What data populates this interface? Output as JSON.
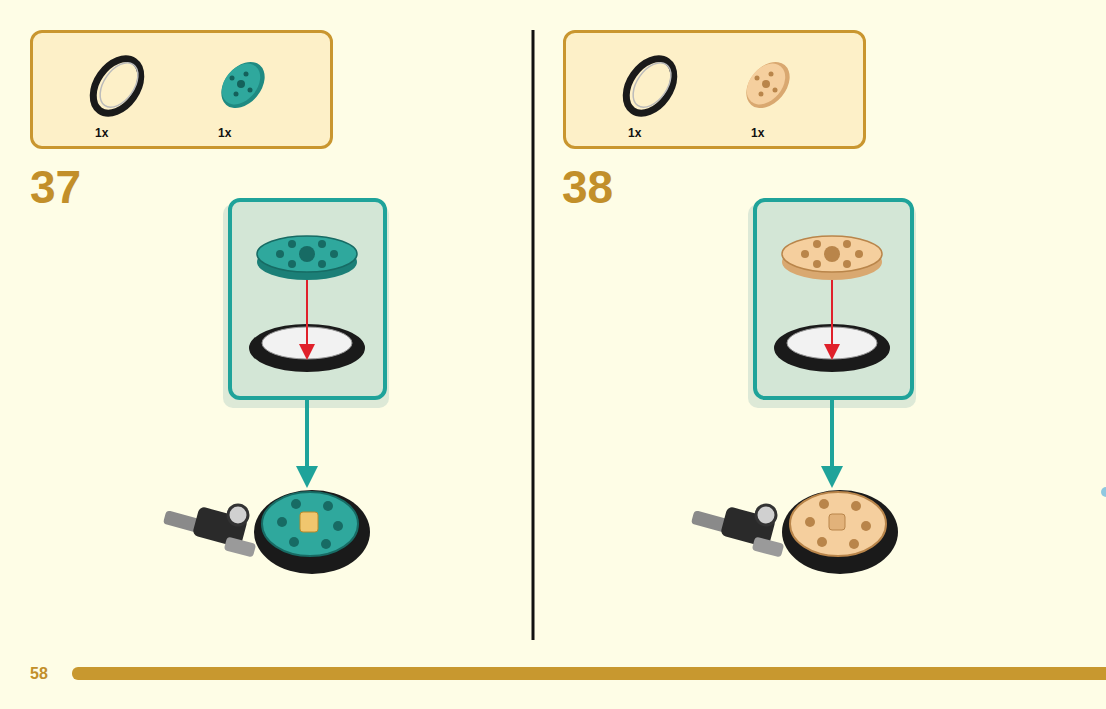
{
  "diagram": {
    "nodes": [
      {
        "text": [
          "1x",
          "1x"
        ]
      },
      {
        "text": [
          "1x",
          "1x"
        ]
      }
    ],
    "labels": [
      "37",
      "38",
      "58"
    ]
  }
}
